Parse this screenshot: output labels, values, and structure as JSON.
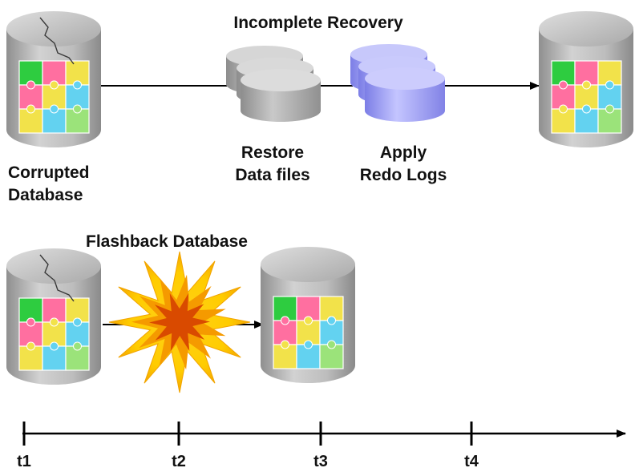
{
  "top": {
    "title": "Incomplete Recovery",
    "corrupted_label": [
      "Corrupted",
      "Database"
    ],
    "restore_label": [
      "Restore",
      "Data files"
    ],
    "apply_label": [
      "Apply",
      "Redo Logs"
    ]
  },
  "bottom": {
    "title": "Flashback Database"
  },
  "timeline": {
    "ticks": [
      "t1",
      "t2",
      "t3",
      "t4"
    ]
  },
  "colors": {
    "cylinder_gray": "#b8b8b8",
    "redo_blue": "#a9aaf2",
    "puzzle": [
      "#2ecc40",
      "#ff9f1c",
      "#8e5cf0",
      "#63d2f0",
      "#ff6fa0",
      "#3a7fe8",
      "#e0a81c",
      "#9be37a",
      "#f2e24a"
    ]
  }
}
